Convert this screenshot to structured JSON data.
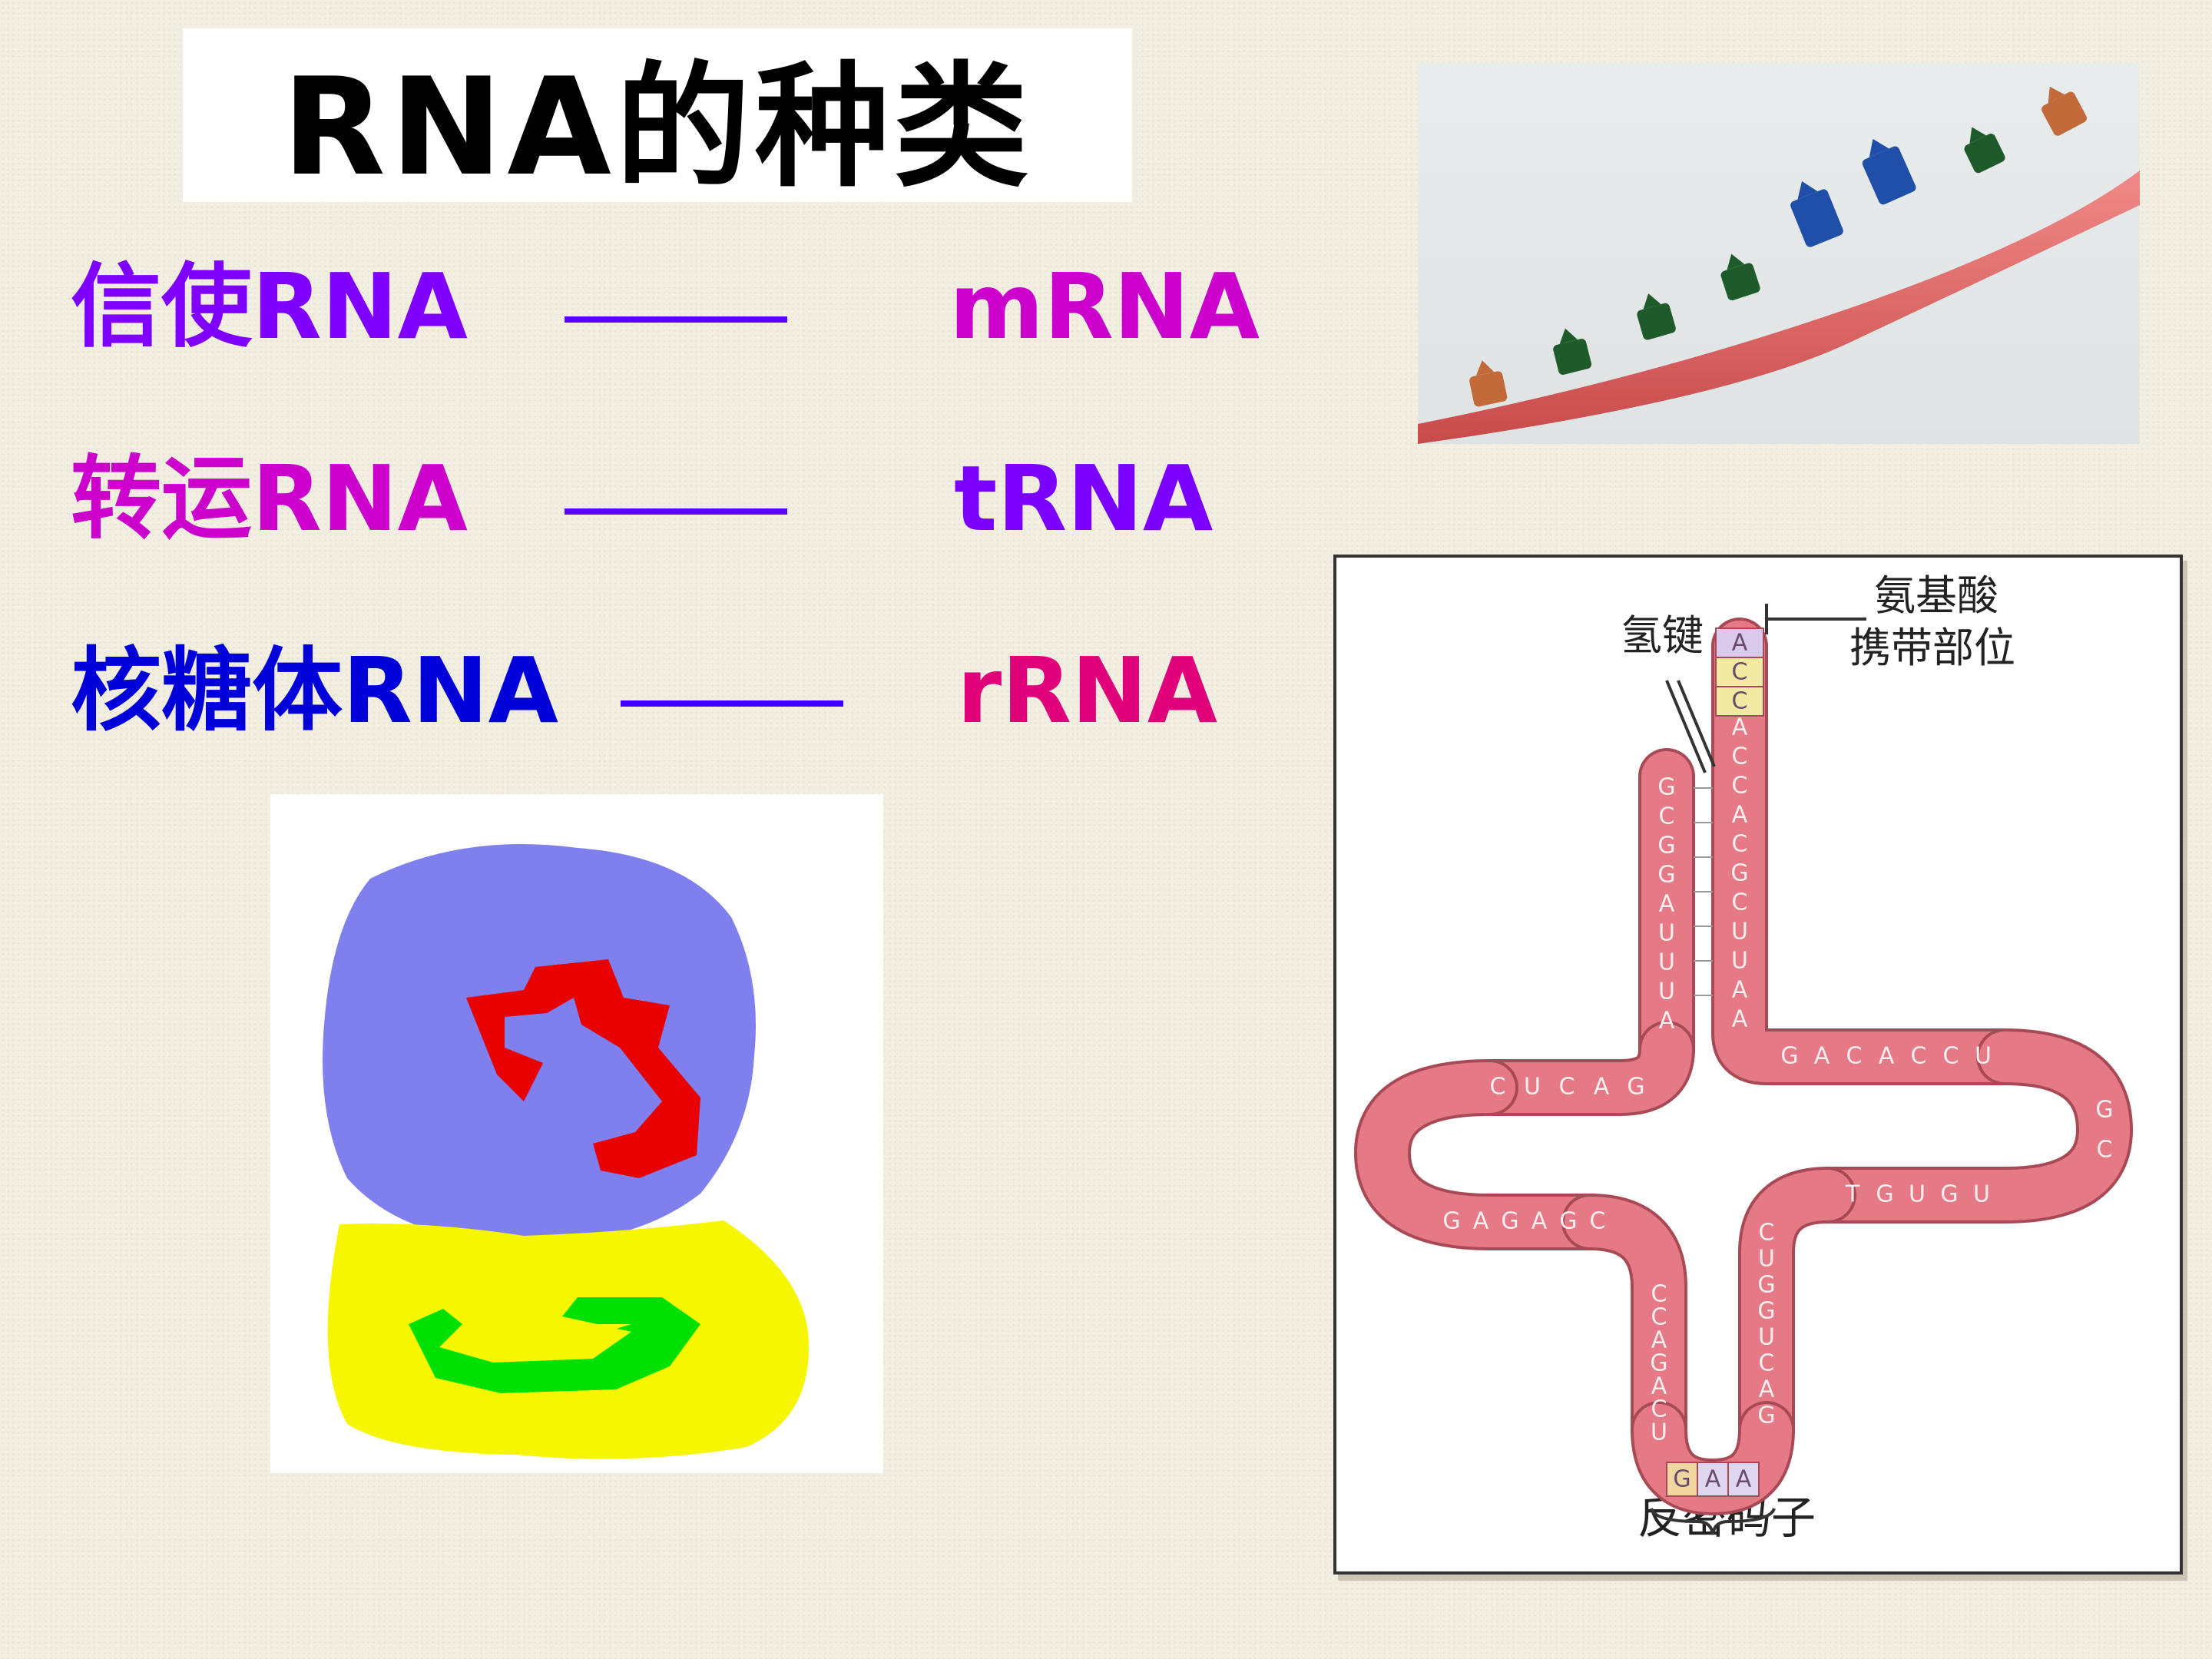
{
  "title": "RNA的种类",
  "rows": [
    {
      "label": "信使RNA",
      "dash": "——",
      "abbr": "mRNA",
      "label_color": "#8000ff",
      "abbr_color": "#cc00cc",
      "line_color": "#5a00ff"
    },
    {
      "label": "转运RNA",
      "dash": "——",
      "abbr": "tRNA",
      "label_color": "#cc00cc",
      "abbr_color": "#7a00ff",
      "line_color": "#5a00ff"
    },
    {
      "label": "核糖体RNA",
      "dash": "——",
      "abbr": "rRNA",
      "label_color": "#0000d8",
      "abbr_color": "#e0007a",
      "line_color": "#4000ff"
    }
  ],
  "trna_diagram": {
    "labels": {
      "hydrogen_bond": "氢键",
      "amino_acid_site_1": "氨基酸",
      "amino_acid_site_2": "携带部位",
      "anticodon": "反密码子"
    },
    "acceptor_5": [
      "G",
      "C",
      "G",
      "G",
      "A",
      "U",
      "U",
      "U",
      "A"
    ],
    "acceptor_3": [
      "A",
      "C",
      "C",
      "A",
      "C",
      "G",
      "C",
      "U",
      "U",
      "A",
      "A"
    ],
    "d_loop_top": [
      "G",
      "A",
      "C",
      "U",
      "C"
    ],
    "d_loop_bottom": [
      "G",
      "A",
      "G",
      "A",
      "G",
      "C"
    ],
    "t_loop_top": [
      "G",
      "A",
      "C",
      "A",
      "C",
      "C",
      "U"
    ],
    "t_loop_bottom": [
      "U",
      "G",
      "U",
      "G",
      "T"
    ],
    "t_loop_right": [
      "G",
      "C"
    ],
    "anticodon_left": [
      "C",
      "C",
      "A",
      "G",
      "A",
      "C",
      "U"
    ],
    "anticodon_right": [
      "C",
      "U",
      "G",
      "G",
      "U",
      "C",
      "A",
      "G"
    ],
    "anticodon_bases": [
      "G",
      "A",
      "A"
    ]
  }
}
